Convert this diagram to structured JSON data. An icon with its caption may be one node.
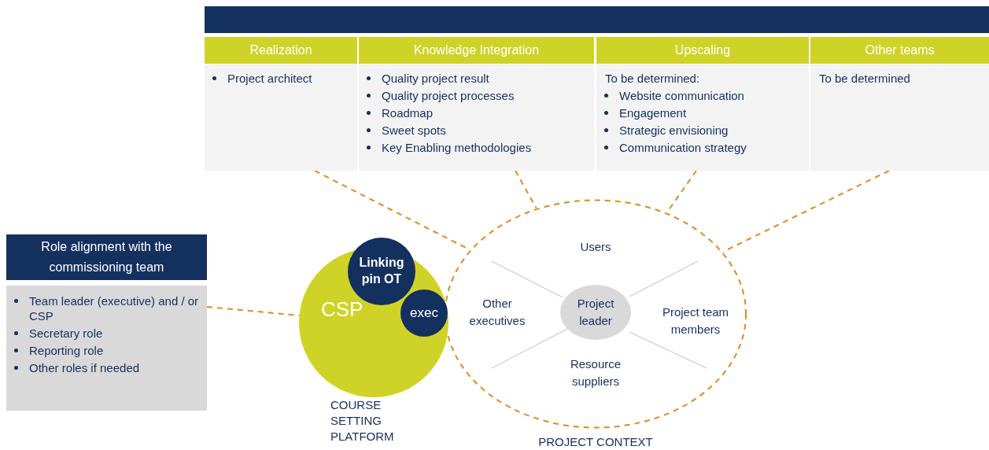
{
  "diagram": {
    "nodes": [
      {
        "text": [],
        "shape": "bar"
      },
      {
        "text": [
          "Realization",
          "Project architect"
        ]
      },
      {
        "text": [
          "Knowledge Integration",
          "Quality project result",
          "Quality project processes",
          "Roadmap",
          "Sweet spots",
          "Key Enabling methodologies"
        ]
      },
      {
        "text": [
          "Upscaling",
          "To be determined:",
          "Website communication",
          "Engagement",
          "Strategic envisioning",
          "Communication strategy"
        ]
      },
      {
        "text": [
          "Other teams",
          "To be determined"
        ]
      },
      {
        "text": [
          "Role alignment with the commissioning team",
          "Team leader (executive) and / or CSP",
          "Secretary role",
          "Reporting role",
          "Other roles if needed"
        ]
      },
      {
        "text": [
          "CSP"
        ],
        "beside": [
          "COURSE SETTING PLATFORM"
        ]
      },
      {
        "text": [
          "Linking pin OT"
        ],
        "in": 6
      },
      {
        "text": [
          "exec"
        ],
        "in": 6
      },
      {
        "text": [],
        "shape": "ellipse",
        "beside": [
          "PROJECT CONTEXT"
        ]
      },
      {
        "text": [
          "Project leader"
        ],
        "in": 9
      }
    ],
    "edges": [
      {
        "from": 1,
        "to": 9,
        "arrow": "none",
        "style": "dashed"
      },
      {
        "from": 2,
        "to": 9,
        "arrow": "none",
        "style": "dashed"
      },
      {
        "from": 3,
        "to": 9,
        "arrow": "none",
        "style": "dashed"
      },
      {
        "from": 4,
        "to": 9,
        "arrow": "none",
        "style": "dashed"
      },
      {
        "from": 5,
        "to": 6,
        "arrow": "none",
        "style": "dashed"
      }
    ],
    "labels": [
      "Users",
      "Other executives",
      "Project team members",
      "Resource suppliers"
    ]
  }
}
